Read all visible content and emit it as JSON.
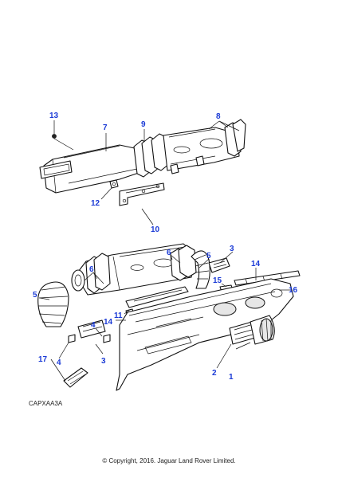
{
  "diagram": {
    "code": "CAPXAA3A",
    "copyright": "© Copyright, 2016. Jaguar Land Rover Limited.",
    "callouts": [
      "13",
      "7",
      "9",
      "8",
      "12",
      "10",
      "6",
      "5",
      "3",
      "14",
      "15",
      "16",
      "6",
      "5",
      "11",
      "14",
      "4",
      "4",
      "3",
      "2",
      "1",
      "17"
    ]
  }
}
